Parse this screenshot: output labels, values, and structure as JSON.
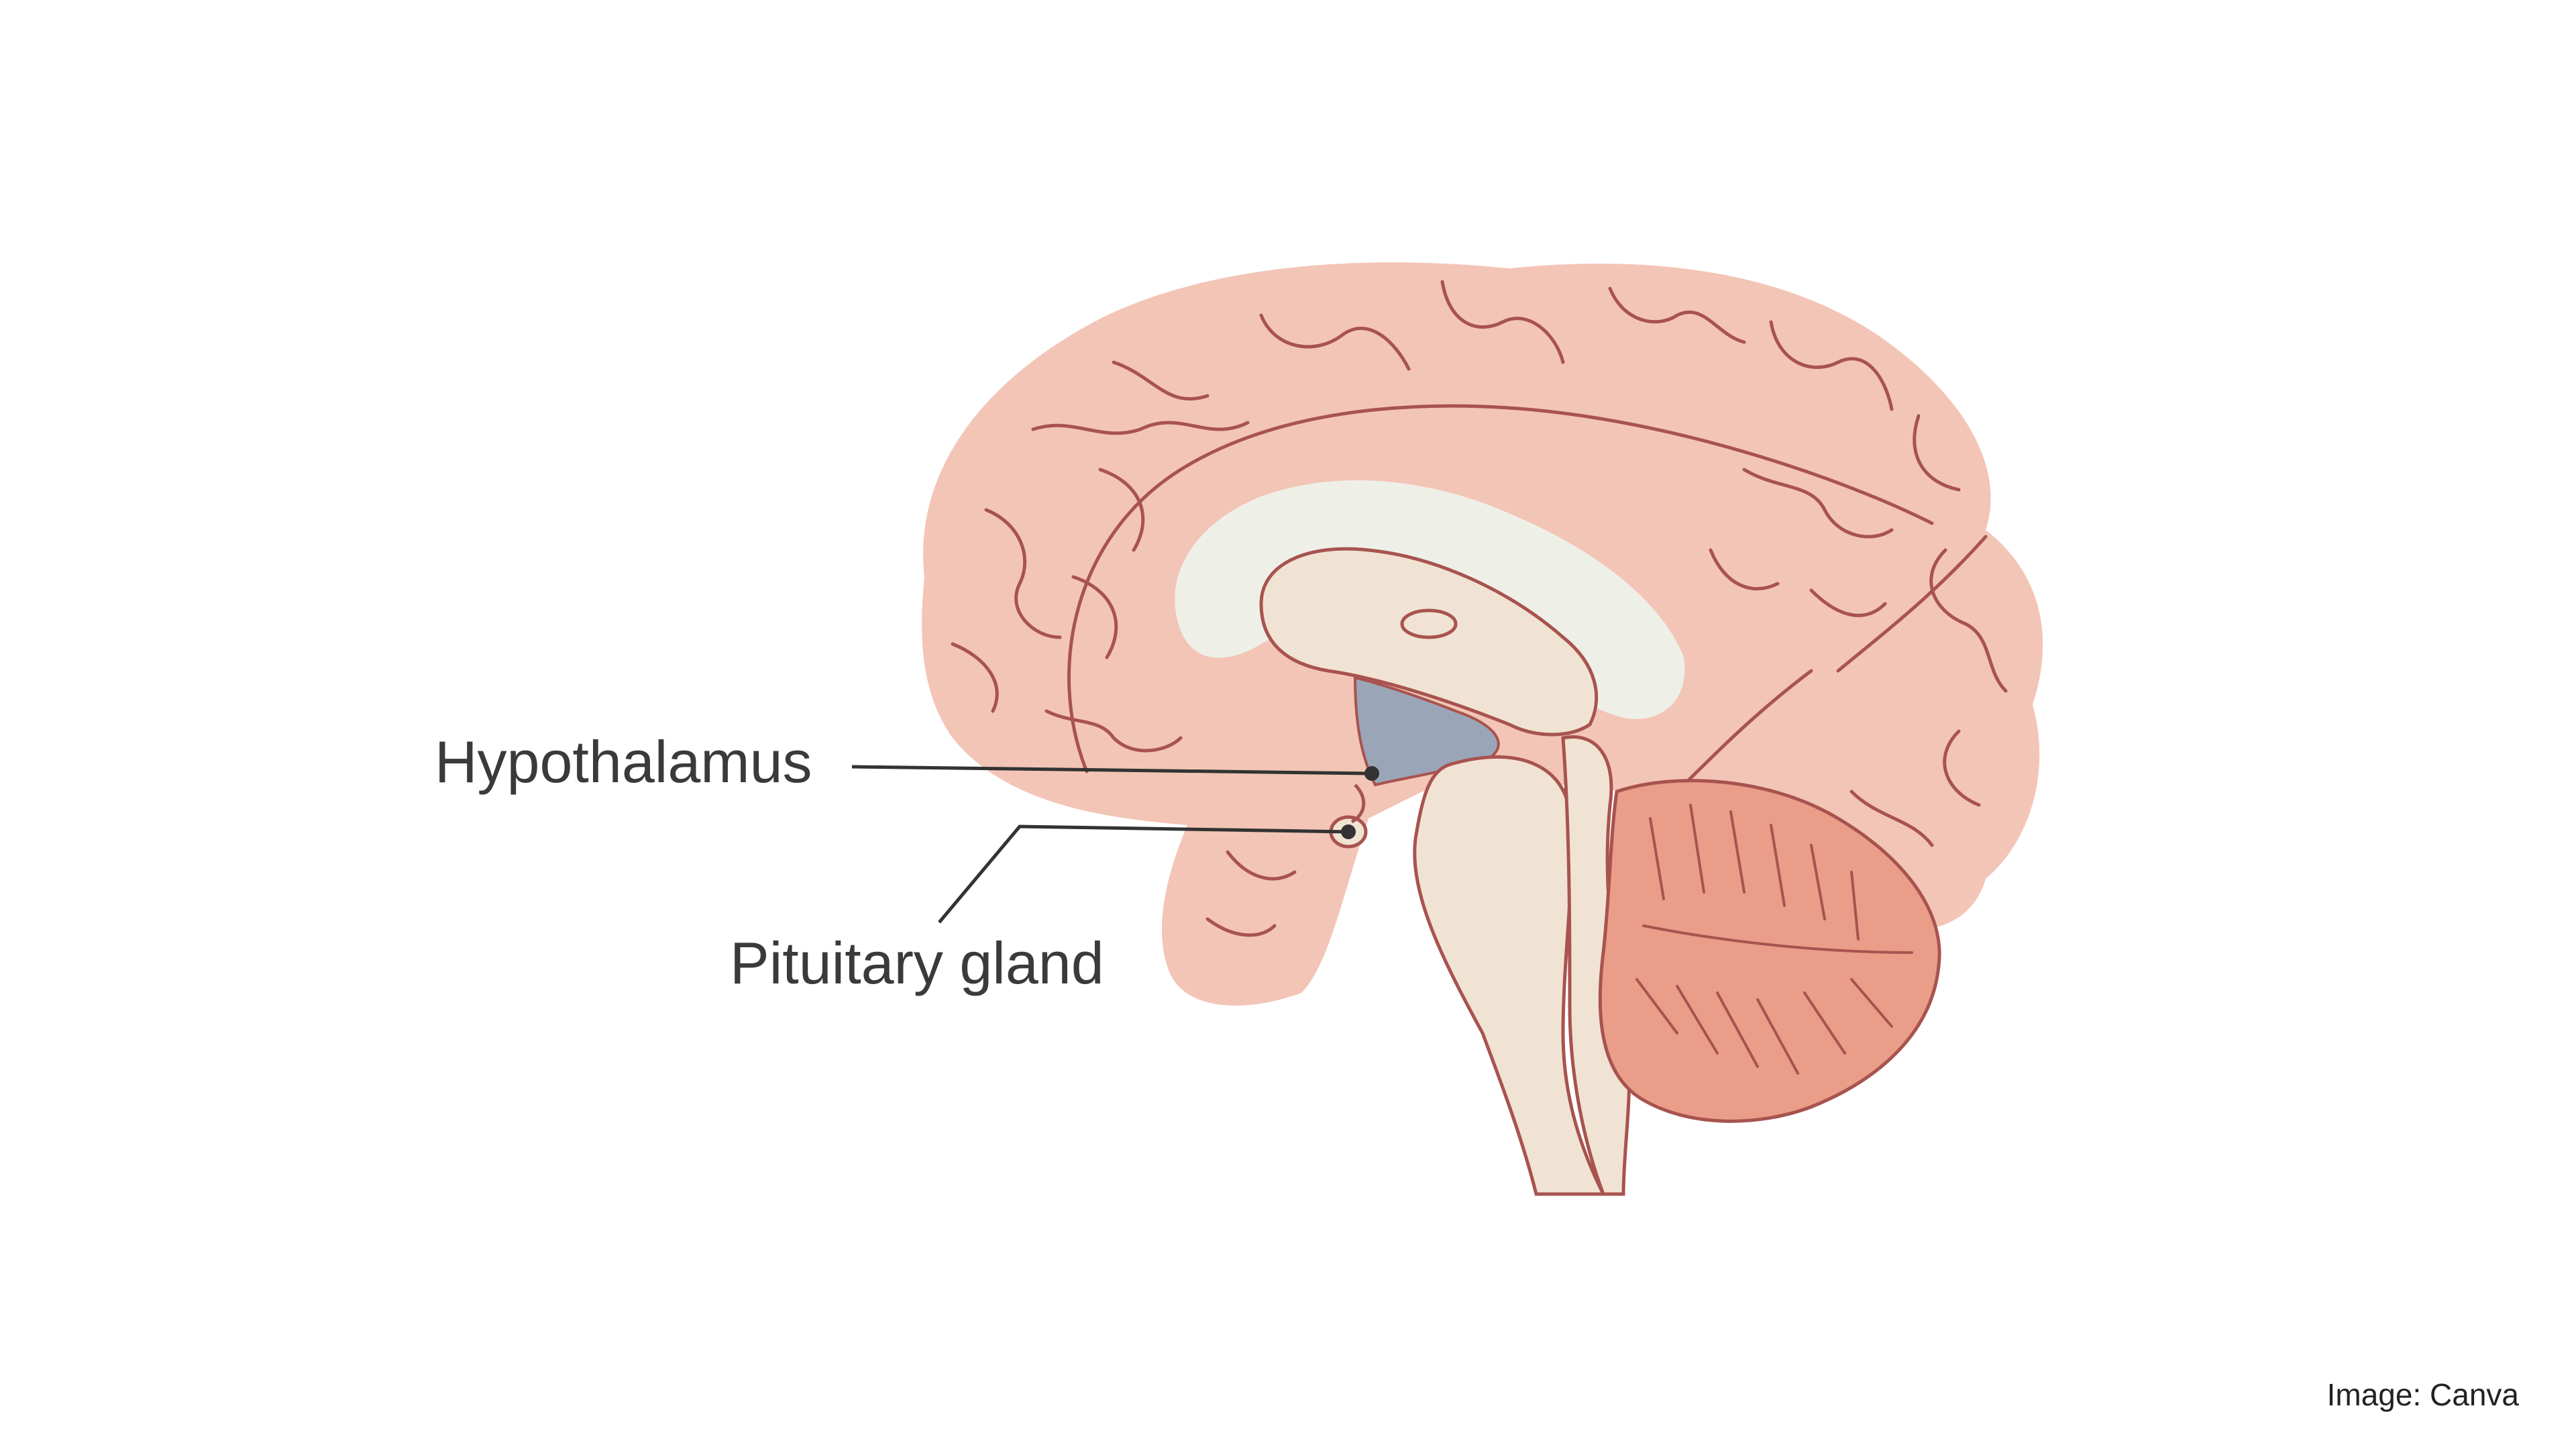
{
  "labels": {
    "hypothalamus": "Hypothalamus",
    "pituitary": "Pituitary gland"
  },
  "credit": "Image: Canva",
  "colors": {
    "cerebrum": "#f3c5b7",
    "cerebrum_outline": "#a8534f",
    "corpus_callosum": "#eef0e8",
    "brainstem": "#f1e3d3",
    "hypothalamus": "#9aa6b8",
    "cerebellum": "#ea9d88",
    "label_text": "#3a3a3a",
    "leader_line": "#333333"
  }
}
